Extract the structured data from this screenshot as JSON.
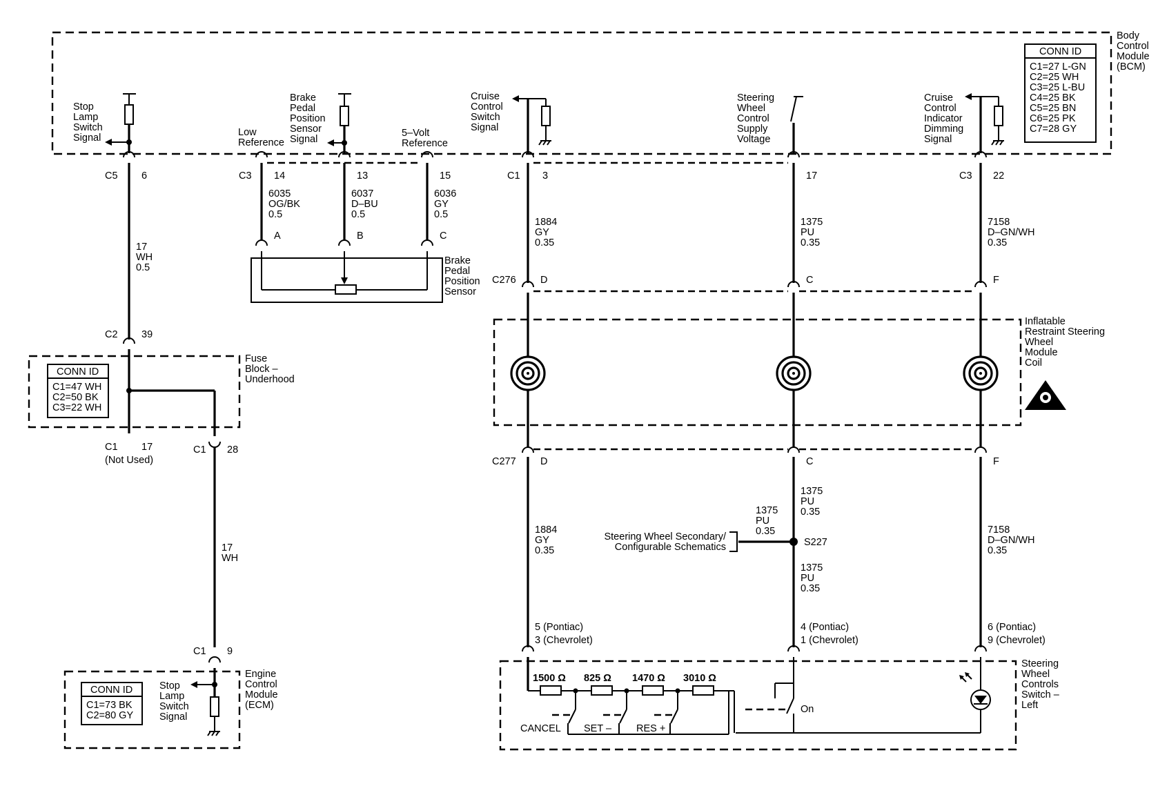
{
  "bcm": {
    "title": [
      "Body",
      "Control",
      "Module",
      "(BCM)"
    ]
  },
  "bcm_conn": {
    "header": "CONN ID",
    "rows": [
      "C1=27 L-GN",
      "C2=25 WH",
      "C3=25 L-BU",
      "C4=25 BK",
      "C5=25 BN",
      "C6=25 PK",
      "C7=28 GY"
    ]
  },
  "fuse_conn": {
    "header": "CONN ID",
    "rows": [
      "C1=47 WH",
      "C2=50 BK",
      "C3=22 WH"
    ]
  },
  "ecm_conn": {
    "header": "CONN ID",
    "rows": [
      "C1=73 BK",
      "C2=80 GY"
    ]
  },
  "signals": {
    "stop_lamp": [
      "Stop",
      "Lamp",
      "Switch",
      "Signal"
    ],
    "low_ref": [
      "Low",
      "Reference"
    ],
    "brake_sensor_signal": [
      "Brake",
      "Pedal",
      "Position",
      "Sensor",
      "Signal"
    ],
    "five_volt": [
      "5–Volt",
      "Reference"
    ],
    "cruise_switch": [
      "Cruise",
      "Control",
      "Switch",
      "Signal"
    ],
    "swc_supply": [
      "Steering",
      "Wheel",
      "Control",
      "Supply",
      "Voltage"
    ],
    "cruise_dim": [
      "Cruise",
      "Control",
      "Indicator",
      "Dimming",
      "Signal"
    ],
    "ecm_stop_lamp": [
      "Stop",
      "Lamp",
      "Switch",
      "Signal"
    ]
  },
  "components": {
    "brake_sensor": [
      "Brake",
      "Pedal",
      "Position",
      "Sensor"
    ],
    "fuse_block": [
      "Fuse",
      "Block –",
      "Underhood"
    ],
    "ecm": [
      "Engine",
      "Control",
      "Module",
      "(ECM)"
    ],
    "airbag_coil": [
      "Inflatable",
      "Restraint Steering",
      "Wheel",
      "Module",
      "Coil"
    ],
    "swc_switch": [
      "Steering",
      "Wheel",
      "Controls",
      "Switch –",
      "Left"
    ]
  },
  "connectors": {
    "c5": "C5",
    "c5_pin": "6",
    "c3a": "C3",
    "c3a_pin1": "14",
    "c3a_pin2": "13",
    "c3a_pin3": "15",
    "c1a": "C1",
    "c1a_pin": "3",
    "c1b_pin": "17",
    "c3b": "C3",
    "c3b_pin": "22",
    "c2": "C2",
    "c2_pin": "39",
    "c1_fuse": "C1",
    "c1_fuse_pin": "17",
    "not_used": "(Not Used)",
    "c1_fuse2": "C1",
    "c1_fuse2_pin": "28",
    "c1_ecm": "C1",
    "c1_ecm_pin": "9",
    "sensor_a": "A",
    "sensor_b": "B",
    "sensor_c": "C",
    "c276": "C276",
    "c276_d": "D",
    "c276_c": "C",
    "c276_f": "F",
    "c277": "C277",
    "c277_d": "D",
    "c277_c": "C",
    "c277_f": "F",
    "s227": "S227"
  },
  "wires": {
    "w_17_wh_05": [
      "17",
      "WH",
      "0.5"
    ],
    "w_6035": [
      "6035",
      "OG/BK",
      "0.5"
    ],
    "w_6037": [
      "6037",
      "D–BU",
      "0.5"
    ],
    "w_6036": [
      "6036",
      "GY",
      "0.5"
    ],
    "w_1884_a": [
      "1884",
      "GY",
      "0.35"
    ],
    "w_1375_a": [
      "1375",
      "PU",
      "0.35"
    ],
    "w_7158_a": [
      "7158",
      "D–GN/WH",
      "0.35"
    ],
    "w_17_wh": [
      "17",
      "WH"
    ],
    "w_1884_b": [
      "1884",
      "GY",
      "0.35"
    ],
    "w_1375_b": [
      "1375",
      "PU",
      "0.35"
    ],
    "w_1375_c": [
      "1375",
      "PU",
      "0.35"
    ],
    "w_1375_d": [
      "1375",
      "PU",
      "0.35"
    ],
    "w_7158_b": [
      "7158",
      "D–GN/WH",
      "0.35"
    ]
  },
  "secondary": [
    "Steering Wheel Secondary/",
    "Configurable Schematics"
  ],
  "pins": {
    "p5": [
      "5 (Pontiac)",
      "3 (Chevrolet)"
    ],
    "p4": [
      "4 (Pontiac)",
      "1 (Chevrolet)"
    ],
    "p6": [
      "6 (Pontiac)",
      "9 (Chevrolet)"
    ]
  },
  "resistors": {
    "r1": "1500 Ω",
    "r2": "825 Ω",
    "r3": "1470 Ω",
    "r4": "3010 Ω"
  },
  "buttons": {
    "cancel": "CANCEL",
    "set": "SET –",
    "res": "RES +",
    "on": "On"
  }
}
